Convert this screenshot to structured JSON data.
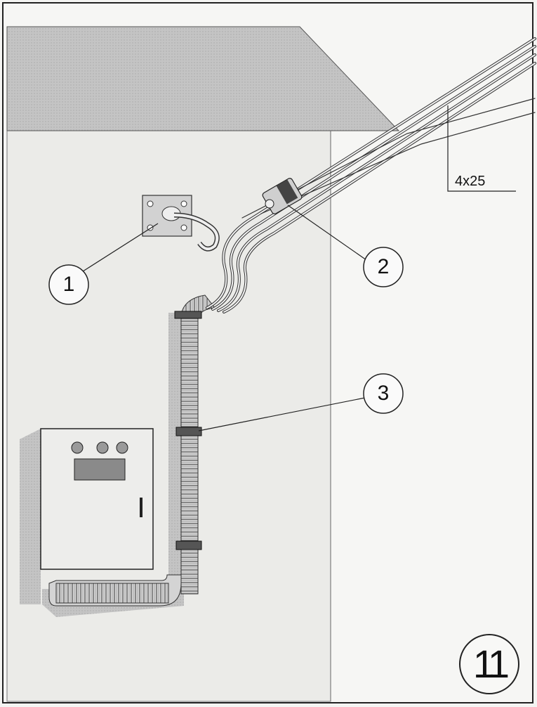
{
  "figure": {
    "number": "11",
    "cable_spec": "4x25"
  },
  "callouts": [
    {
      "id": "1",
      "label": "1"
    },
    {
      "id": "2",
      "label": "2"
    },
    {
      "id": "3",
      "label": "3"
    }
  ],
  "colors": {
    "roof": "#bdbdbd",
    "wall": "#e9e9e6",
    "shadow": "#c4c4c4",
    "panel": "#ececea",
    "display": "#8a8a8a",
    "ink": "#1a1a1a",
    "conduit": "#b8b8b8"
  }
}
